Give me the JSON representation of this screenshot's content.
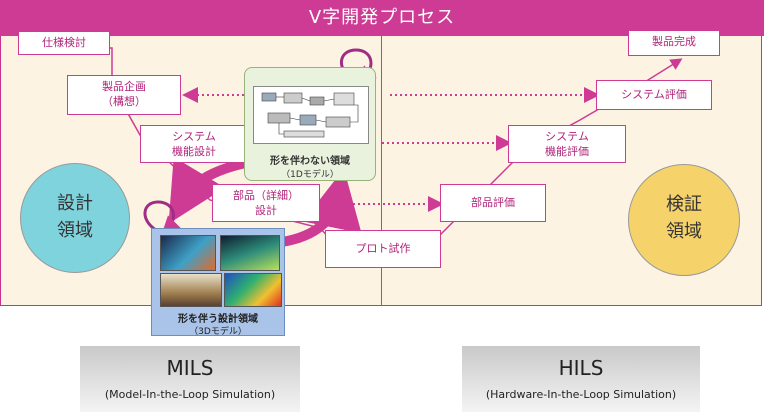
{
  "header": {
    "title": "V字開発プロセス"
  },
  "left_boxes": {
    "spec": "仕様検討",
    "planning_1": "製品企画",
    "planning_2": "（構想）",
    "system_design_1": "システム",
    "system_design_2": "機能設計",
    "part_design_1": "部品（詳細）",
    "part_design_2": "設計",
    "prototype": "プロト試作"
  },
  "right_boxes": {
    "product_done": "製品完成",
    "system_eval": "システム評価",
    "system_func_eval_1": "システム",
    "system_func_eval_2": "機能評価",
    "part_eval": "部品評価"
  },
  "circles": {
    "design_1": "設計",
    "design_2": "領域",
    "verify_1": "検証",
    "verify_2": "領域"
  },
  "model_1d": {
    "title": "形を伴わない領域",
    "sub": "（1Dモデル）"
  },
  "model_3d": {
    "title": "形を伴う設計領域",
    "sub": "（3Dモデル）"
  },
  "bands": {
    "mils": "MILS",
    "mils_sub": "(Model-In-the-Loop Simulation)",
    "hils": "HILS",
    "hils_sub": "(Hardware-In-the-Loop Simulation)"
  },
  "colors": {
    "accent": "#cd3b95",
    "background": "#fdf3e3",
    "design_circle": "#7fd3dd",
    "verify_circle": "#f6d36a",
    "model_1d": "#e8f2dc",
    "model_3d": "#a9c4e8"
  }
}
